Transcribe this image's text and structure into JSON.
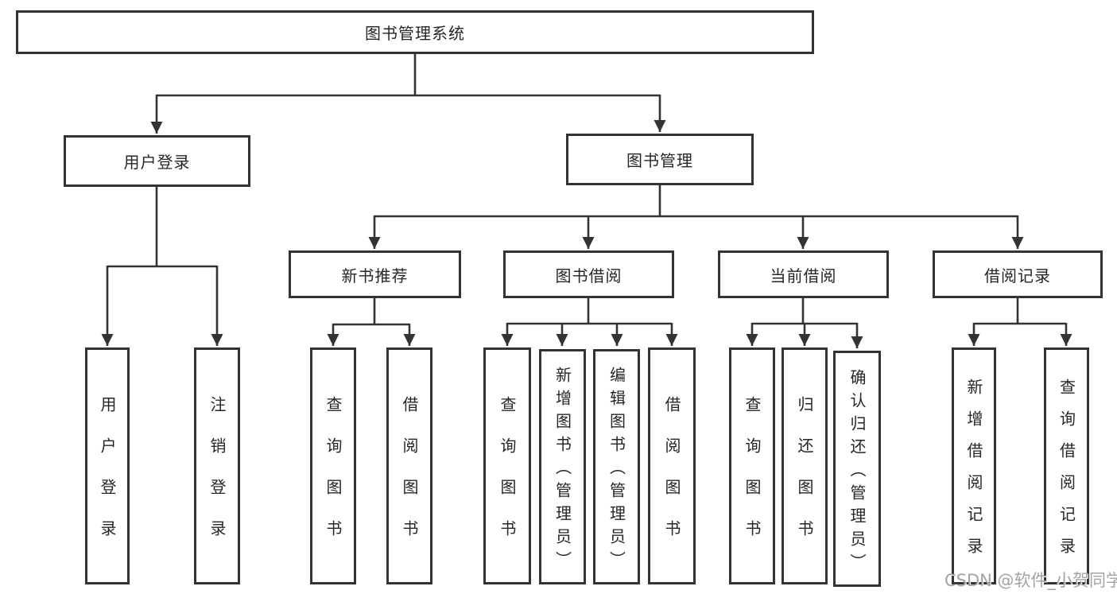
{
  "diagram": {
    "root": "图书管理系统",
    "branches": {
      "user": "用户登录",
      "books": "图书管理"
    },
    "modules": [
      "新书推荐",
      "图书借阅",
      "当前借阅",
      "借阅记录"
    ],
    "leaves": {
      "user": [
        "用户登录",
        "注销登录"
      ],
      "recommend": [
        "查询图书",
        "借阅图书"
      ],
      "borrow": [
        "查询图书",
        "新增图书（管理员）",
        "编辑图书（管理员）",
        "借阅图书"
      ],
      "current": [
        "查询图书",
        "归还图书",
        "确认归还（管理员）"
      ],
      "records": [
        "新增借阅记录",
        "查询借阅记录"
      ]
    }
  },
  "watermark": "CSDN @软件_小贺同学",
  "colors": {
    "line": "#333333",
    "text": "#262626",
    "watermark": "#9a9a9a"
  }
}
